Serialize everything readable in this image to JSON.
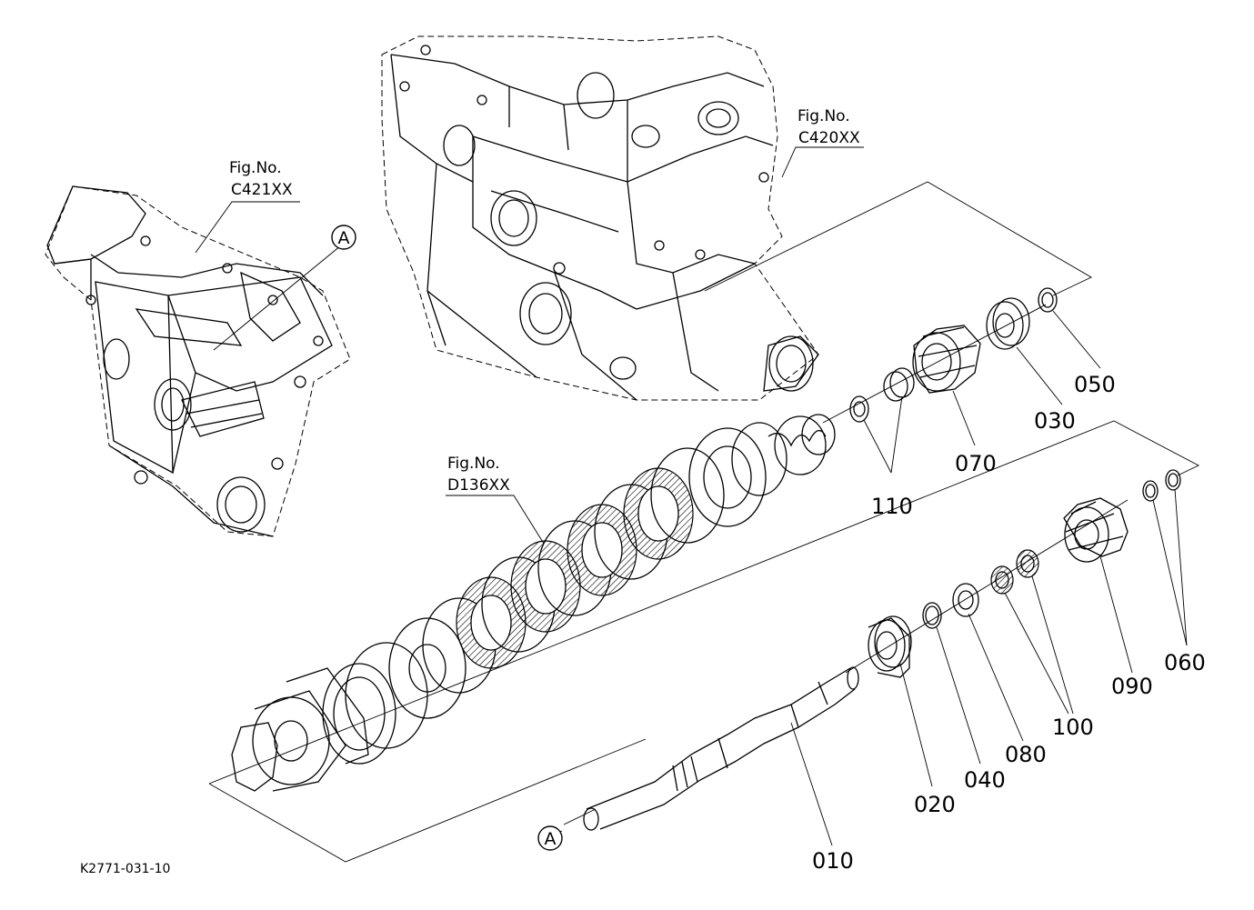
{
  "diagram_code": "K2771-031-10",
  "figure_refs": [
    {
      "label": "Fig.No.",
      "code": "C421XX"
    },
    {
      "label": "Fig.No.",
      "code": "C420XX"
    },
    {
      "label": "Fig.No.",
      "code": "D136XX"
    }
  ],
  "marker": "A",
  "parts": [
    "010",
    "020",
    "030",
    "040",
    "050",
    "060",
    "070",
    "080",
    "090",
    "100",
    "110"
  ]
}
